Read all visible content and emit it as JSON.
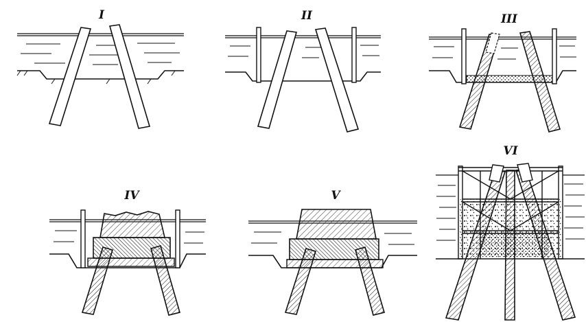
{
  "stages": [
    {
      "id": "I",
      "label": "I"
    },
    {
      "id": "II",
      "label": "II"
    },
    {
      "id": "III",
      "label": "III"
    },
    {
      "id": "IV",
      "label": "IV"
    },
    {
      "id": "V",
      "label": "V"
    },
    {
      "id": "VI",
      "label": "VI"
    }
  ],
  "colors": {
    "ink": "#111111",
    "paper": "#ffffff"
  }
}
